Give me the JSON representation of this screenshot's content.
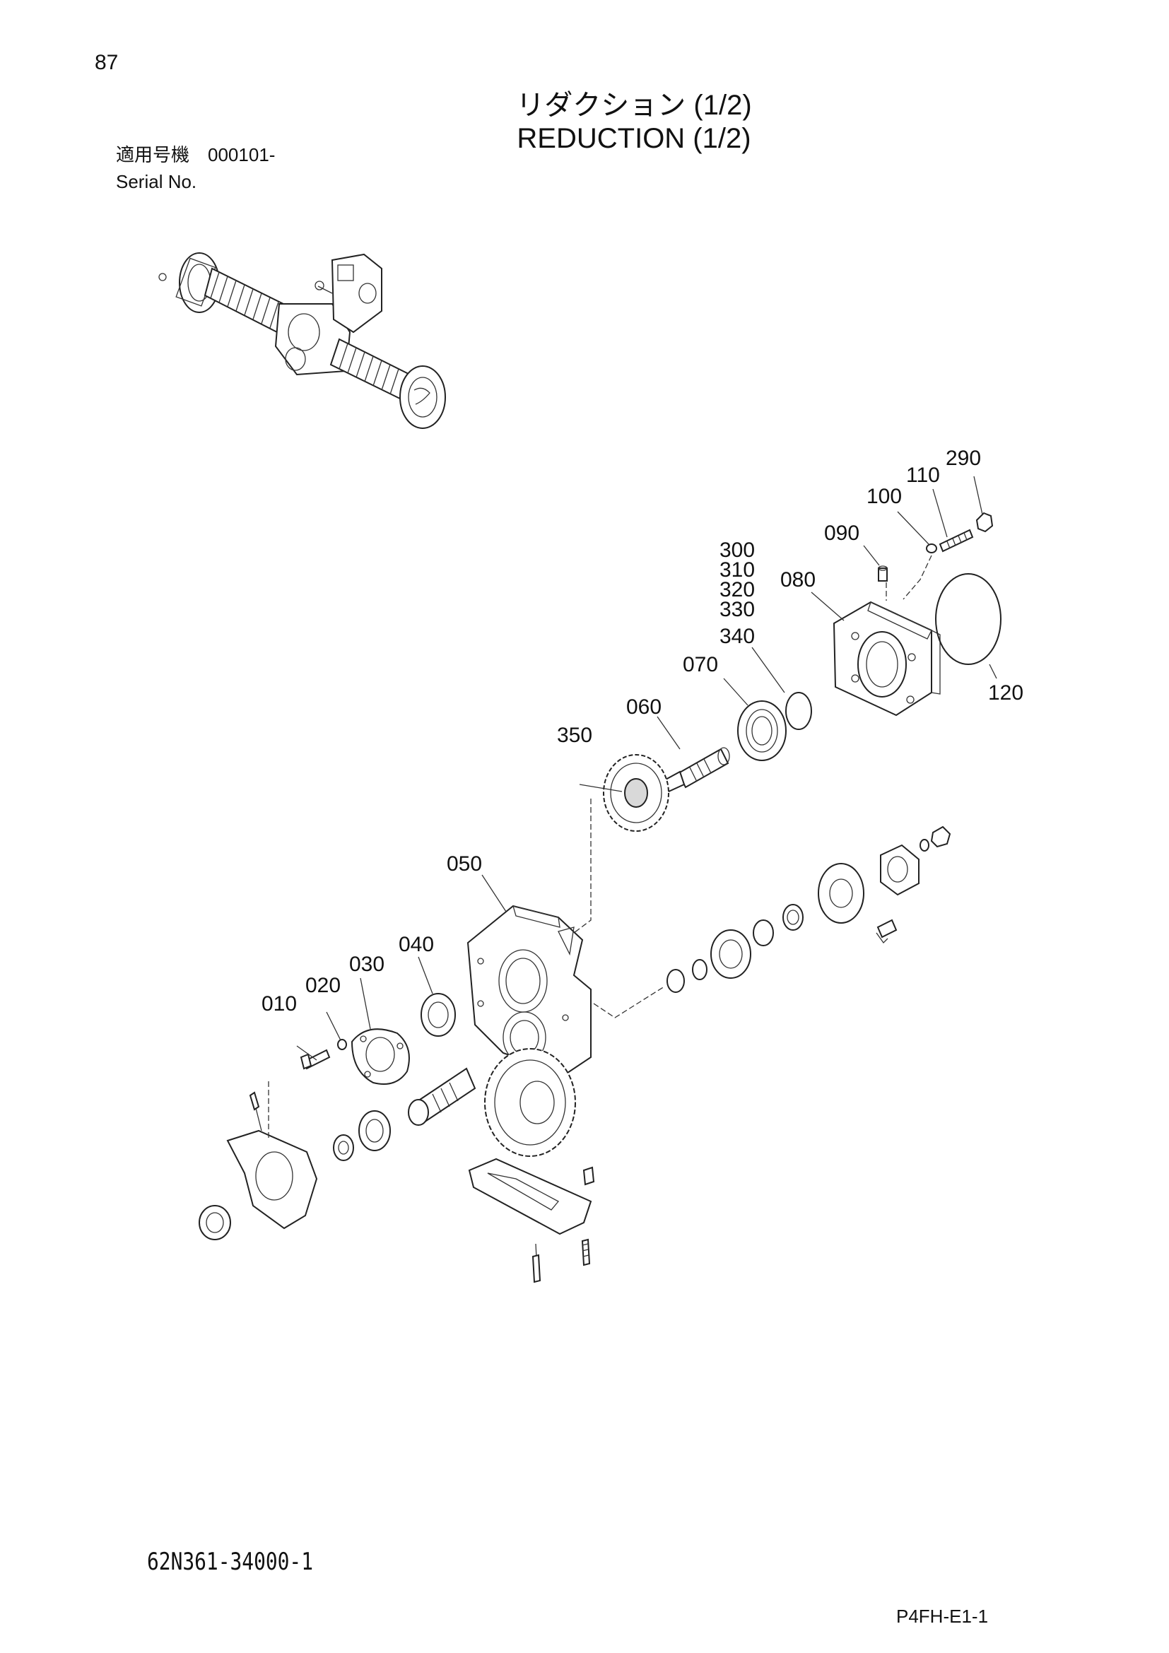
{
  "page": {
    "number": "87",
    "title_jp": "リダクション (1/2)",
    "title_en": "REDUCTION (1/2)",
    "serial_label_jp": "適用号機",
    "serial_value": "000101-",
    "serial_label_en": "Serial No.",
    "drawing_number": "62N361-34000-1",
    "footer_code": "P4FH-E1-1"
  },
  "callouts": [
    {
      "id": "010",
      "label": "010"
    },
    {
      "id": "020",
      "label": "020"
    },
    {
      "id": "030",
      "label": "030"
    },
    {
      "id": "040",
      "label": "040"
    },
    {
      "id": "050",
      "label": "050"
    },
    {
      "id": "060",
      "label": "060"
    },
    {
      "id": "070",
      "label": "070"
    },
    {
      "id": "080",
      "label": "080"
    },
    {
      "id": "090",
      "label": "090"
    },
    {
      "id": "100",
      "label": "100"
    },
    {
      "id": "110",
      "label": "110"
    },
    {
      "id": "120",
      "label": "120"
    },
    {
      "id": "290",
      "label": "290"
    },
    {
      "id": "300",
      "label": "300"
    },
    {
      "id": "310",
      "label": "310"
    },
    {
      "id": "320",
      "label": "320"
    },
    {
      "id": "330",
      "label": "330"
    },
    {
      "id": "340",
      "label": "340"
    },
    {
      "id": "350",
      "label": "350"
    }
  ]
}
